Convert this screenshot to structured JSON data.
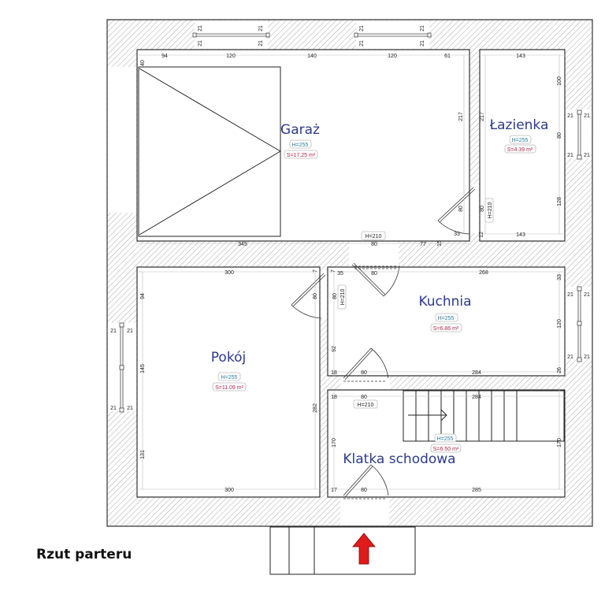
{
  "title": "Rzut parteru",
  "colors": {
    "room_label": "#2d3a8c",
    "height_tag": "#2a7ea0",
    "area_tag": "#b0284a",
    "entry_arrow": "#e01b1b",
    "wall_hatch": "#999999"
  },
  "rooms": [
    {
      "name": "Garaż",
      "height": "H=255",
      "area": "S=17.25 m²"
    },
    {
      "name": "Łazienka",
      "height": "H=255",
      "area": "S=4.39 m²"
    },
    {
      "name": "Kuchnia",
      "height": "H=255",
      "area": "S=6.86 m²"
    },
    {
      "name": "Pokój",
      "height": "H=255",
      "area": "S=11.09 m²"
    },
    {
      "name": "Klatka schodowa",
      "height": "H=255",
      "area": "S=6.50 m²"
    }
  ],
  "door_heights": {
    "garage_kitchen": "H=210",
    "bathroom": "H=210",
    "pokoj": "H=210",
    "stair": "H=210"
  },
  "dimensions": {
    "garage_top": [
      "94",
      "120",
      "140",
      "120",
      "61"
    ],
    "garage_left": "40",
    "garage_bottom": "345",
    "garage_right": [
      "217",
      "217"
    ],
    "window_reveals": "21",
    "bath_top": "143",
    "bath_right": [
      "100",
      "80",
      "128"
    ],
    "bath_bottom": "143",
    "bath_door": [
      "80",
      "80",
      "33",
      "12",
      "15",
      "77"
    ],
    "corridor_door": [
      "80",
      "80"
    ],
    "pokoj_top": "300",
    "pokoj_left": [
      "94",
      "145",
      "131"
    ],
    "pokoj_bottom": "300",
    "pokoj_right": "282",
    "pokoj_door": [
      "7",
      "7",
      "35",
      "80",
      "80"
    ],
    "kitchen_top": "268",
    "kitchen_right": [
      "33",
      "120",
      "26"
    ],
    "kitchen_left": "92",
    "kitchen_bottom": [
      "18",
      "80",
      "284"
    ],
    "stair_top": [
      "18",
      "80",
      "284"
    ],
    "stair_sides": [
      "170",
      "170"
    ],
    "stair_bottom": [
      "17",
      "80",
      "285"
    ]
  }
}
